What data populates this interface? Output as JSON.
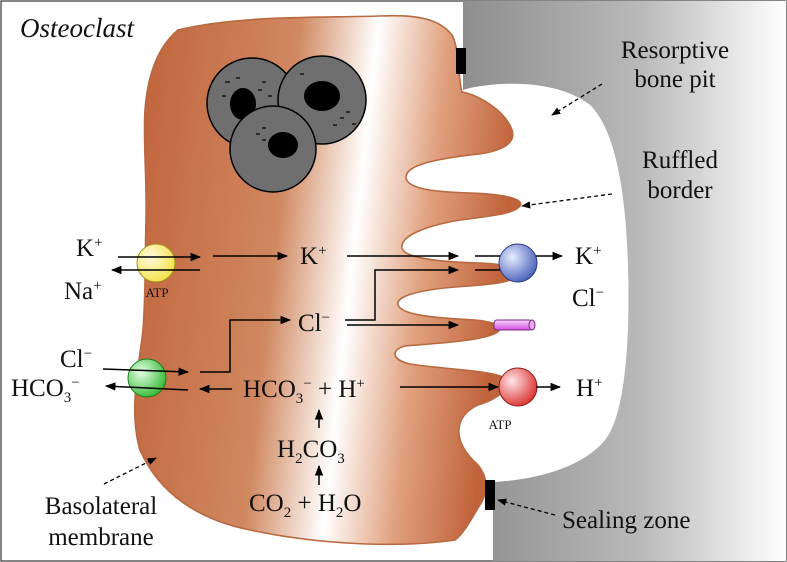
{
  "title": "Osteoclast",
  "colors": {
    "cell_fill_dark": "#c0623a",
    "cell_fill_light": "#ffffff",
    "cell_outline": "#b8693f",
    "bone_dark": "#8e8e8e",
    "bone_light": "#ffffff",
    "nucleus": "#6f6f6f",
    "nucleolus": "#000000",
    "pump_na_k": "#f2df3a",
    "pump_cl_hco3": "#27b427",
    "pump_k": "#3f57b4",
    "pump_h": "#d92525",
    "cl_channel": "#d54fe0"
  },
  "labels": {
    "resorptive_pit": [
      "Resorptive",
      "bone pit"
    ],
    "ruffled_border": [
      "Ruffled",
      "border"
    ],
    "basolateral": [
      "Basolateral",
      "membrane"
    ],
    "sealing_zone": "Sealing zone",
    "atp_left": "ATP",
    "atp_right": "ATP"
  },
  "ions": {
    "k_left": "K",
    "na_left": "Na",
    "k_mid": "K",
    "k_right": "K",
    "cl_left": "Cl",
    "hco3_left_base": "HCO",
    "cl_mid": "Cl",
    "cl_right": "Cl",
    "h_right": "H"
  },
  "reactions": {
    "line1_hco3": "HCO",
    "line1_plus_h": " + H",
    "line2_h": "H",
    "line2_co": "CO",
    "line3_co": "CO",
    "line3_plus_h": " + H",
    "line3_o": "O"
  },
  "script_marks": {
    "plus": "+",
    "minus": "−",
    "two": "2",
    "three": "3"
  }
}
